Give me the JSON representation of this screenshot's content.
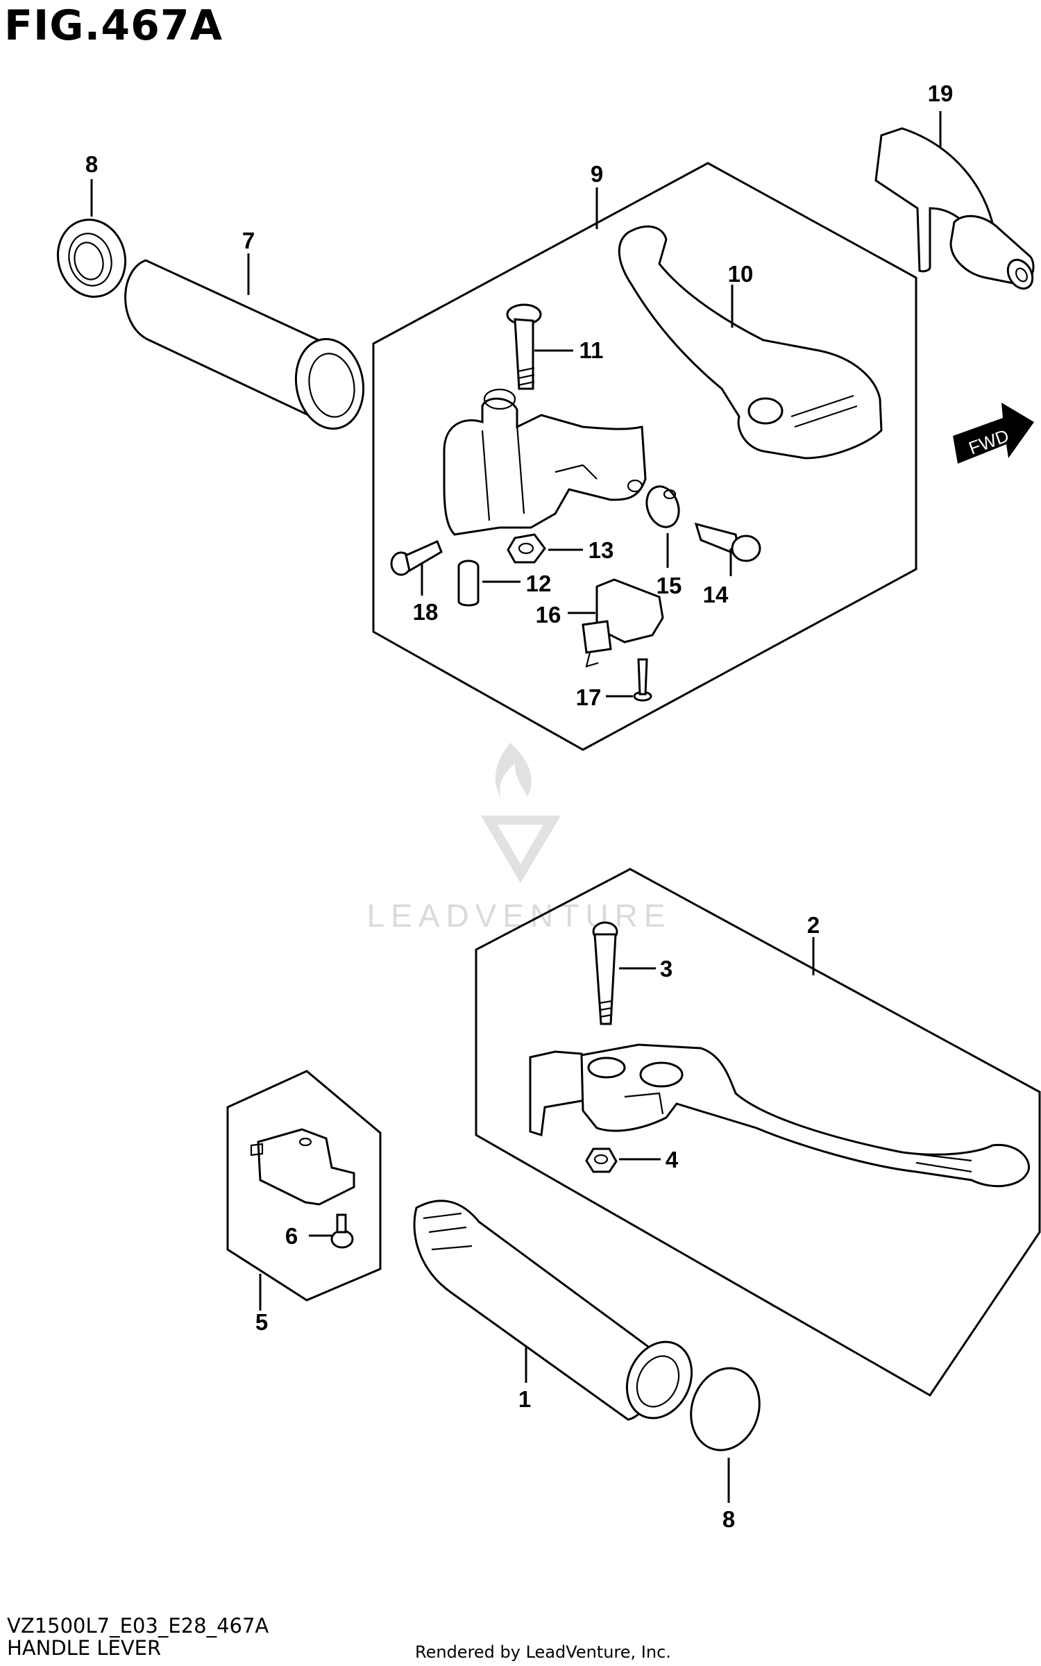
{
  "figure": {
    "title": "FIG.467A",
    "model_code": "VZ1500L7_E03_E28_467A",
    "name": "HANDLE LEVER",
    "credit": "Rendered by LeadVenture, Inc.",
    "watermark": "LEADVENTURE",
    "direction_label": "FWD"
  },
  "callouts": [
    {
      "id": "1",
      "part": "throttle-grip"
    },
    {
      "id": "2",
      "part": "brake-lever-assembly"
    },
    {
      "id": "3",
      "part": "lever-pivot-bolt"
    },
    {
      "id": "4",
      "part": "lever-nut"
    },
    {
      "id": "5",
      "part": "front-brake-switch-assembly"
    },
    {
      "id": "6",
      "part": "switch-screw"
    },
    {
      "id": "7",
      "part": "left-grip"
    },
    {
      "id": "8",
      "part": "grip-end"
    },
    {
      "id": "8",
      "part": "grip-end"
    },
    {
      "id": "9",
      "part": "clutch-lever-holder-assembly"
    },
    {
      "id": "10",
      "part": "clutch-lever"
    },
    {
      "id": "11",
      "part": "clutch-lever-bolt"
    },
    {
      "id": "12",
      "part": "spacer"
    },
    {
      "id": "13",
      "part": "clutch-lever-nut"
    },
    {
      "id": "14",
      "part": "cable-adjuster"
    },
    {
      "id": "15",
      "part": "adjuster-nut"
    },
    {
      "id": "16",
      "part": "clutch-switch"
    },
    {
      "id": "17",
      "part": "switch-screw"
    },
    {
      "id": "18",
      "part": "holder-bolt"
    },
    {
      "id": "19",
      "part": "lever-cover"
    }
  ],
  "colors": {
    "ink": "#000000",
    "paper": "#ffffff",
    "watermark": "#d6d6d6"
  }
}
